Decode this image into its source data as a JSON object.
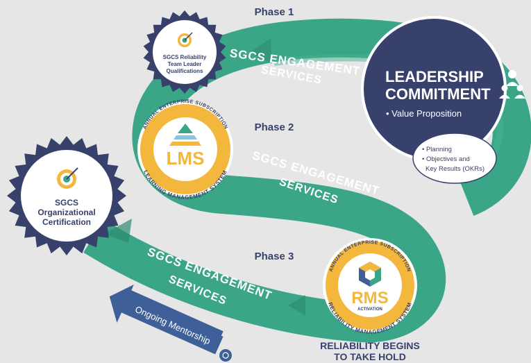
{
  "phases": [
    "Phase 1",
    "Phase 2",
    "Phase 3"
  ],
  "engagement": {
    "line1": "SGCS ENGAGEMENT",
    "line2": "SERVICES"
  },
  "leadership": {
    "title1": "LEADERSHIP",
    "title2": "COMMITMENT",
    "bullet": "• Value Proposition",
    "sub_items": [
      "• Planning",
      "• Objectives and",
      "Key Results (OKRs)"
    ]
  },
  "team_leader_badge": {
    "lines": [
      "SGCS Reliability",
      "Team Leader",
      "Qualifications"
    ]
  },
  "org_cert_badge": {
    "lines": [
      "SGCS",
      "Organizational",
      "Certification"
    ]
  },
  "lms_badge": {
    "top": "ANNUAL ENTERPRISE SUBSCRIPTION",
    "name": "LMS",
    "bottom": "LEARNING MANAGEMENT SYSTEM"
  },
  "rms_badge": {
    "top": "ANNUAL ENTERPRISE SUBSCRIPTION",
    "name": "RMS",
    "activation": "ACTIVATION",
    "bottom": "RELIABILITY MANAGEMENT SYSTEM"
  },
  "mentorship": "Ongoing Mentorship",
  "tagline": {
    "line1": "RELIABILITY BEGINS",
    "line2": "TO TAKE HOLD"
  },
  "colors": {
    "navy": "#38416b",
    "teal": "#3aa587",
    "teal_dark": "#2c8a70",
    "gold": "#f2b73c",
    "arrow_blue": "#3e5f98",
    "bg": "#e6e6e6"
  },
  "icons": [
    "target-icon",
    "people-icon",
    "pyramid-icon",
    "rms-hexagon-icon",
    "arrow-icon"
  ]
}
